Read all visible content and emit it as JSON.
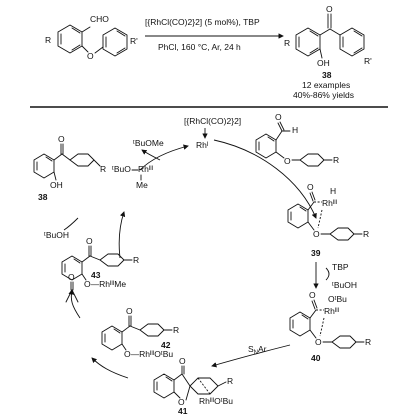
{
  "reaction": {
    "catalyst_line": "[{RhCl(CO)2}2] (5 mol%), TBP",
    "conditions_line": "PhCl, 160 °C, Ar, 24 h",
    "product_number": "38",
    "examples": "12 examples",
    "yields": "40%-86% yields",
    "reactant_cho": "CHO",
    "substituent_R": "R",
    "substituent_R_prime": "R'",
    "product_oh": "OH",
    "reactant_o": "O"
  },
  "cycle": {
    "catalyst_label": "[{RhCl(CO)2}2]",
    "rh_active": "Rhᴵ",
    "tbuome": "ᵗBuOMe",
    "tbuoh_top": "ᵗBuOH",
    "tbuoh_right": "ᵗBuOH",
    "tbp": "TBP",
    "snar": "SNAr",
    "acetone": "O",
    "intermediates": [
      {
        "number": "39",
        "rh_label": "Rhᴵᴵᴵ",
        "h_label": "H",
        "o_label": "O",
        "r_label": "R"
      },
      {
        "number": "40",
        "rh_label": "Rhᴵᴵᴵ",
        "otbu_label": "OᵗBu",
        "o_label": "O",
        "r_label": "R"
      },
      {
        "number": "41",
        "rh_label": "RhᴵᴵᴵOᵗBu",
        "o_label": "O",
        "r_label": "R"
      },
      {
        "number": "42",
        "rh_label": "O—RhᴵᴵᴵOᵗBu",
        "r_label": "R"
      },
      {
        "number": "43",
        "rh_label": "O—RhᴵᴵᴵMe",
        "r_label": "R"
      },
      {
        "number": "38",
        "oh_label": "OH",
        "r_label": "R"
      }
    ],
    "rh_complex_top": {
      "tbuo": "ᵗBuO",
      "rh": "Rhᴵᴵᴵ",
      "me": "Me"
    }
  }
}
